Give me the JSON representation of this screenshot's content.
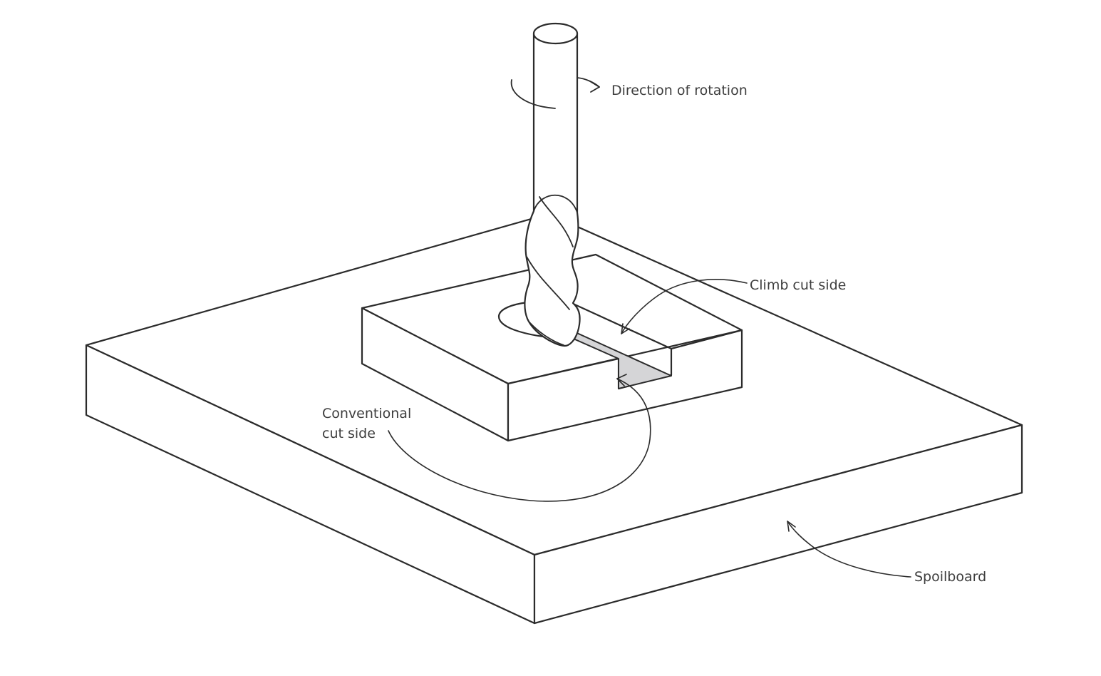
{
  "diagram": {
    "labels": {
      "rotation": "Direction of rotation",
      "climb": "Climb cut side",
      "conventional_line1": "Conventional",
      "conventional_line2": "cut side",
      "spoilboard": "Spoilboard"
    },
    "colors": {
      "line": "#2b2b2b",
      "text": "#3d3d3d",
      "slot_fill": "#d5d5d7",
      "background": "#ffffff"
    }
  }
}
